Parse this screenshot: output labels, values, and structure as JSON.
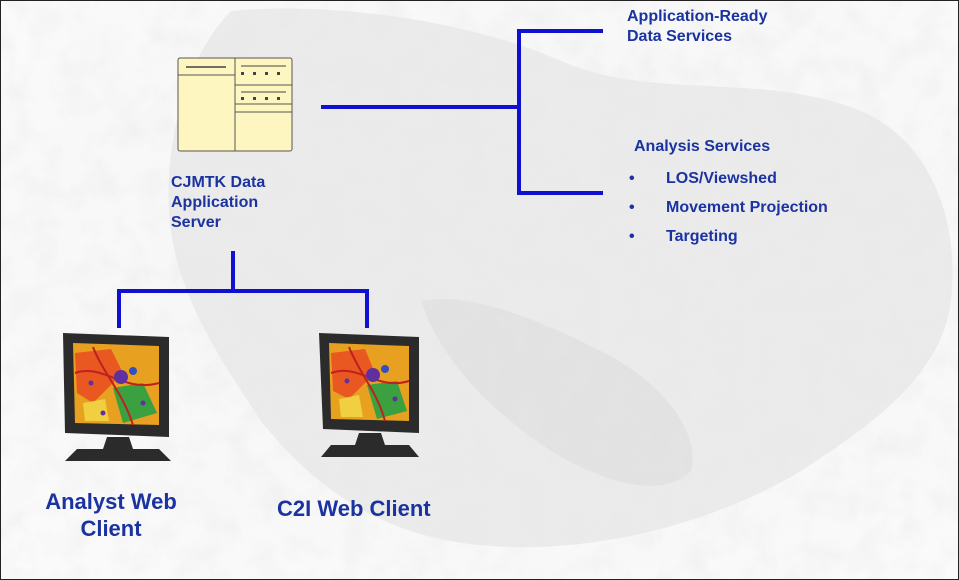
{
  "diagram": {
    "server_label_lines": [
      "CJMTK Data",
      "Application",
      "Server"
    ],
    "data_services_lines": [
      "Application-Ready",
      "Data Services"
    ],
    "analysis_services": {
      "title": "Analysis Services",
      "items": [
        "LOS/Viewshed",
        "Movement Projection",
        "Targeting"
      ]
    },
    "clients": [
      {
        "label_lines": [
          "Analyst Web",
          "Client"
        ]
      },
      {
        "label_lines": [
          "C2I Web Client"
        ]
      }
    ],
    "bullet_glyph": "•"
  },
  "colors": {
    "text": "#1a33a0",
    "connector": "#1010d0",
    "map_gray": "#e4e4e4",
    "server_fill": "#fdf6c0"
  },
  "icons": [
    "server-icon",
    "monitor-icon"
  ]
}
